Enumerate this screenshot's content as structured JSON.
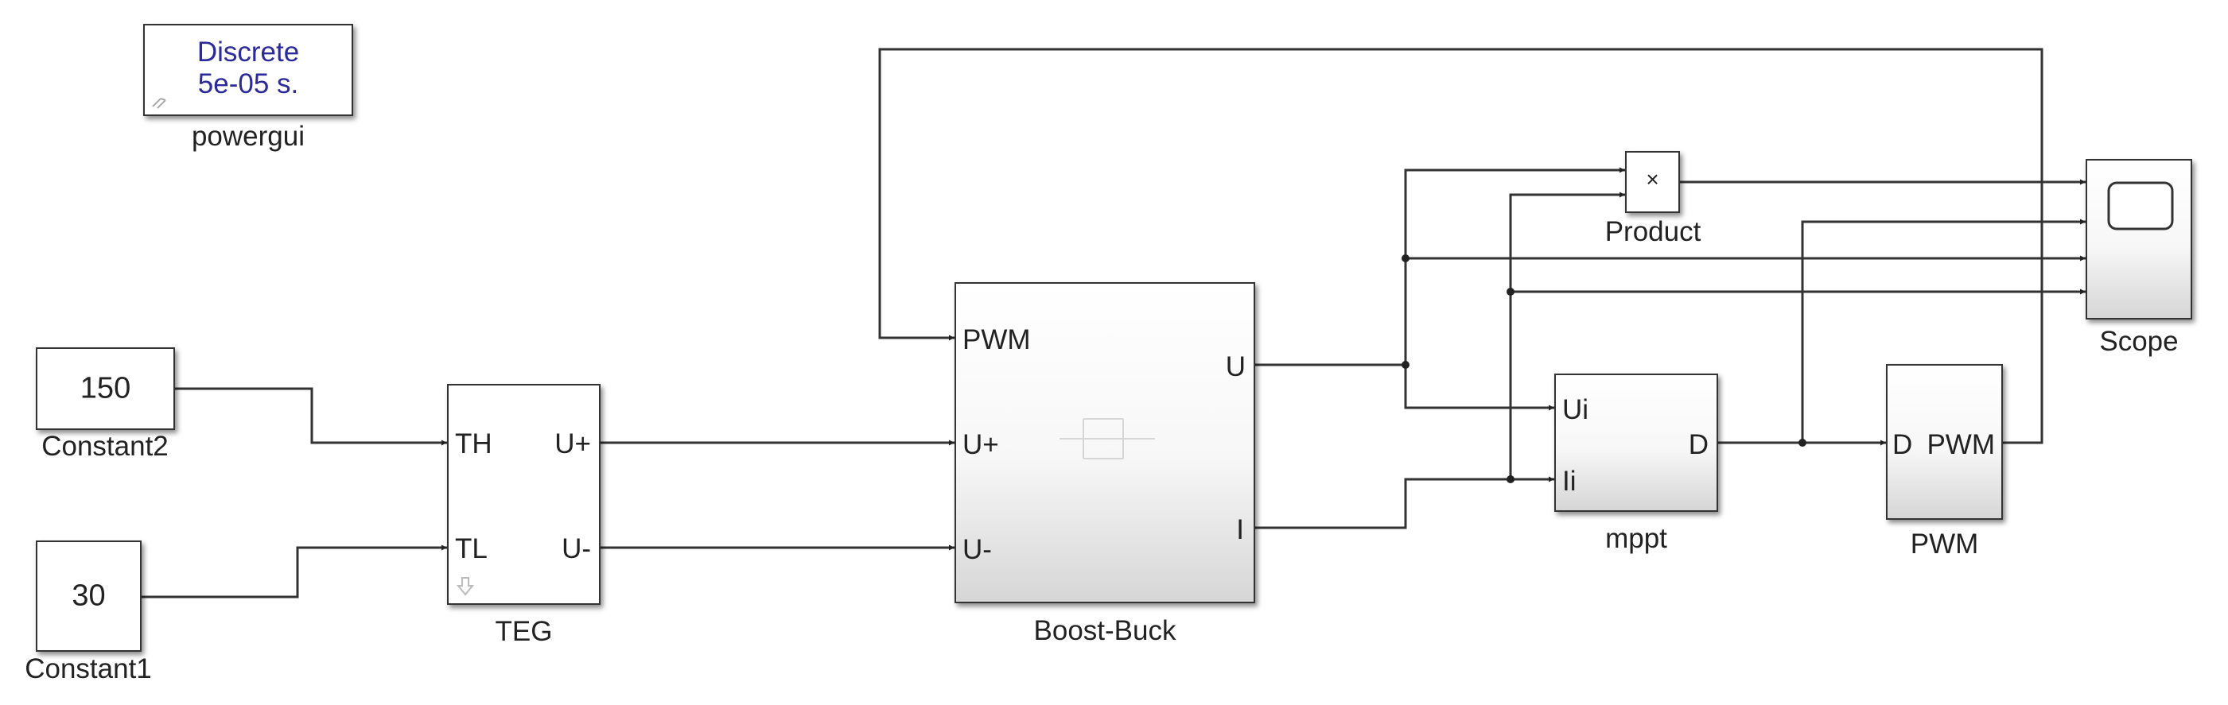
{
  "powergui": {
    "line1": "Discrete",
    "line2": "5e-05 s.",
    "name": "powergui"
  },
  "constant2": {
    "value": "150",
    "name": "Constant2"
  },
  "constant1": {
    "value": "30",
    "name": "Constant1"
  },
  "teg": {
    "name": "TEG",
    "ports_in": [
      "TH",
      "TL"
    ],
    "ports_out": [
      "U+",
      "U-"
    ]
  },
  "boost_buck": {
    "name": "Boost-Buck",
    "ports_in": [
      "PWM",
      "U+",
      "U-"
    ],
    "ports_out": [
      "U",
      "I"
    ]
  },
  "product": {
    "name": "Product",
    "symbol": "×"
  },
  "mppt": {
    "name": "mppt",
    "ports_in": [
      "Ui",
      "Ii"
    ],
    "ports_out": [
      "D"
    ]
  },
  "pwm": {
    "name": "PWM",
    "port_in": "D",
    "port_out": "PWM"
  },
  "scope": {
    "name": "Scope"
  }
}
